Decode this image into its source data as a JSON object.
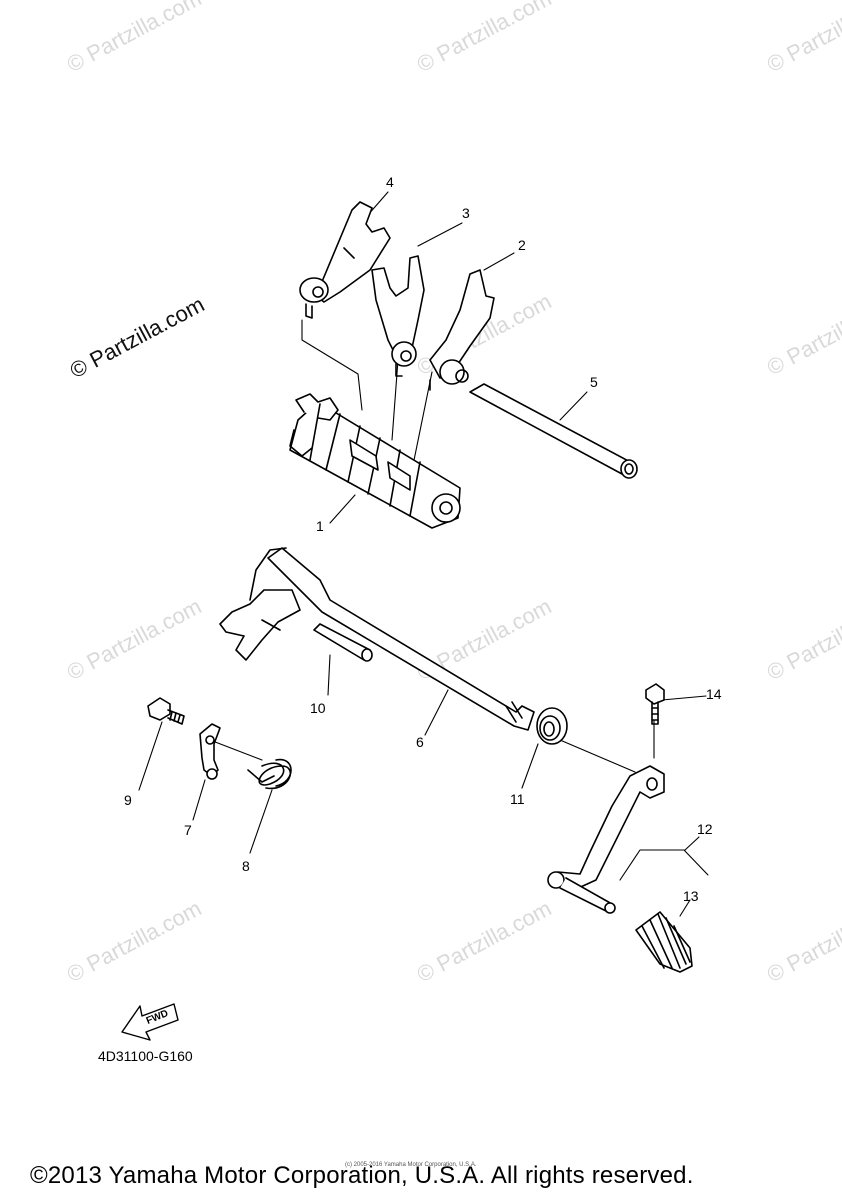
{
  "watermark_text": "© Partzilla.com",
  "diagram_watermark": "© Partzilla.com",
  "callouts": [
    "1",
    "2",
    "3",
    "4",
    "5",
    "6",
    "7",
    "8",
    "9",
    "10",
    "11",
    "12",
    "13",
    "14"
  ],
  "fwd_label": "FWD",
  "part_code": "4D31100-G160",
  "copyright": "©2013 Yamaha Motor Corporation, U.S.A. All rights reserved.",
  "fine_print": "(c) 2005-2016 Yamaha Motor Corporation, U.S.A."
}
